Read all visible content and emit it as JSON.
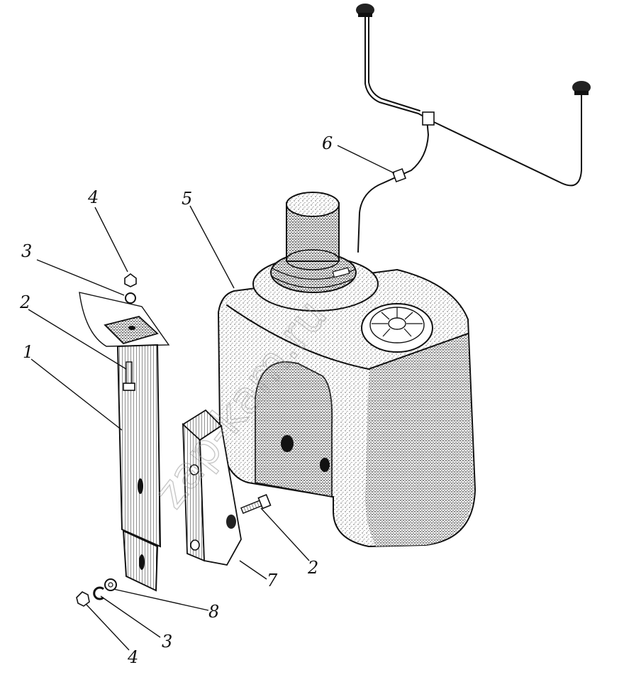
{
  "watermark": "zap-kam.ru",
  "callouts": [
    {
      "id": "callout-1",
      "label": "1"
    },
    {
      "id": "callout-2-top",
      "label": "2"
    },
    {
      "id": "callout-2-bottom",
      "label": "2"
    },
    {
      "id": "callout-3-top",
      "label": "3"
    },
    {
      "id": "callout-3-bottom",
      "label": "3"
    },
    {
      "id": "callout-4-top",
      "label": "4"
    },
    {
      "id": "callout-4-bottom",
      "label": "4"
    },
    {
      "id": "callout-5",
      "label": "5"
    },
    {
      "id": "callout-6",
      "label": "6"
    },
    {
      "id": "callout-7",
      "label": "7"
    },
    {
      "id": "callout-8",
      "label": "8"
    }
  ],
  "colors": {
    "ink": "#111111",
    "paper": "#ffffff",
    "watermark": "#9a9a9a"
  }
}
